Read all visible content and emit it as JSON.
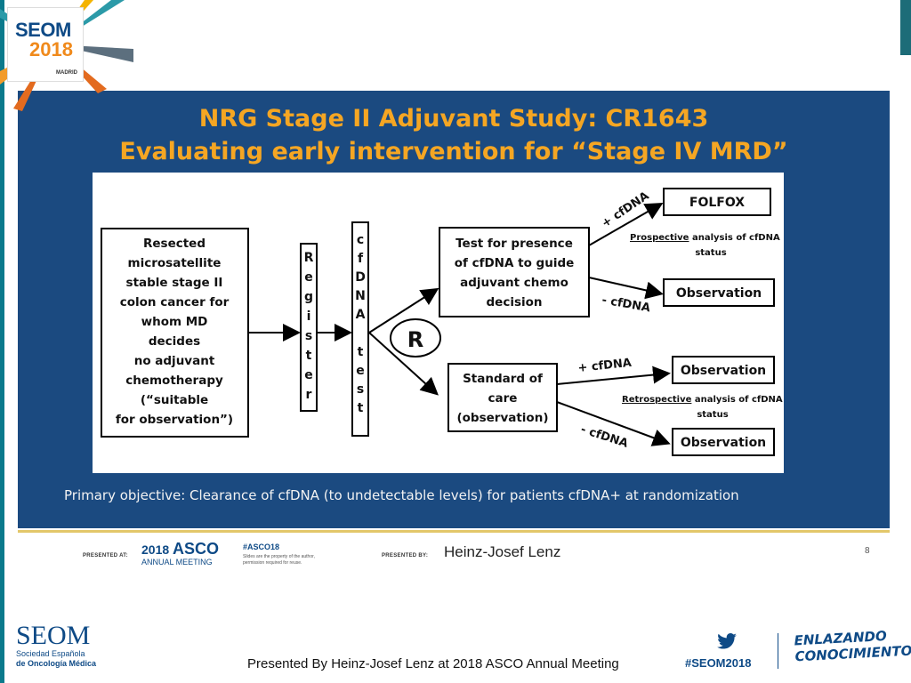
{
  "conference": {
    "logo_line1": "SEOM",
    "logo_line2": "2018",
    "logo_city": "MADRID"
  },
  "slide": {
    "title_line1": "NRG Stage II Adjuvant Study: CR1643",
    "title_line2": "Evaluating early intervention for “Stage IV MRD”",
    "objective": "Primary objective:  Clearance of cfDNA (to undetectable levels) for patients cfDNA+ at randomization",
    "page_number": "8"
  },
  "diagram": {
    "eligibility_lines": [
      "Resected",
      "microsatellite",
      "stable stage II",
      "colon cancer for",
      "whom MD",
      "decides",
      "no  adjuvant",
      "chemotherapy",
      "(“suitable",
      "for observation”)"
    ],
    "register_letters": [
      "R",
      "e",
      "g",
      "i",
      "s",
      "t",
      "e",
      "r"
    ],
    "cfdna_test_letters": [
      "c",
      "f",
      "D",
      "N",
      "A",
      "",
      "t",
      "e",
      "s",
      "t"
    ],
    "randomize": "R",
    "arm1_lines": [
      "Test for presence",
      "of cfDNA to guide",
      "adjuvant chemo",
      "decision"
    ],
    "arm2_lines": [
      "Standard of",
      "care",
      "(observation)"
    ],
    "arm1_pos_label": "+ cfDNA",
    "arm1_neg_label": "- cfDNA",
    "arm2_pos_label": "+ cfDNA",
    "arm2_neg_label": "- cfDNA",
    "arm1_pos_outcome": "FOLFOX",
    "arm1_neg_outcome": "Observation",
    "arm2_pos_outcome": "Observation",
    "arm2_neg_outcome": "Observation",
    "note1_underlined": "Prospective",
    "note1_rest": " analysis  of cfDNA",
    "note1_line2": "status",
    "note2_underlined": "Retrospective",
    "note2_rest": " analysis  of cfDNA",
    "note2_line2": "status"
  },
  "slide_footer": {
    "presented_at_label": "PRESENTED AT:",
    "meeting_year": "2018",
    "meeting_name": "ASCO",
    "meeting_sub": "ANNUAL MEETING",
    "hashtag": "#ASCO18",
    "disclaimer_line1": "Slides are the property of the author,",
    "disclaimer_line2": "permission required for reuse.",
    "presented_by_label": "PRESENTED BY:",
    "presenter": "Heinz-Josef Lenz"
  },
  "page_footer": {
    "caption": "Presented By Heinz-Josef Lenz at 2018 ASCO Annual Meeting",
    "hashtag": "#SEOM2018",
    "seom_name": "SEOM",
    "seom_sub1": "Sociedad  Española",
    "seom_sub2": "de Oncología Médica",
    "tagline_line1": "ENLAZANDO",
    "tagline_line2": "CONOCIMIENTO"
  },
  "colors": {
    "slide_bg": "#1b4a80",
    "title": "#f5a623",
    "brand_blue": "#0e4a86",
    "brand_orange": "#f08a1c"
  }
}
